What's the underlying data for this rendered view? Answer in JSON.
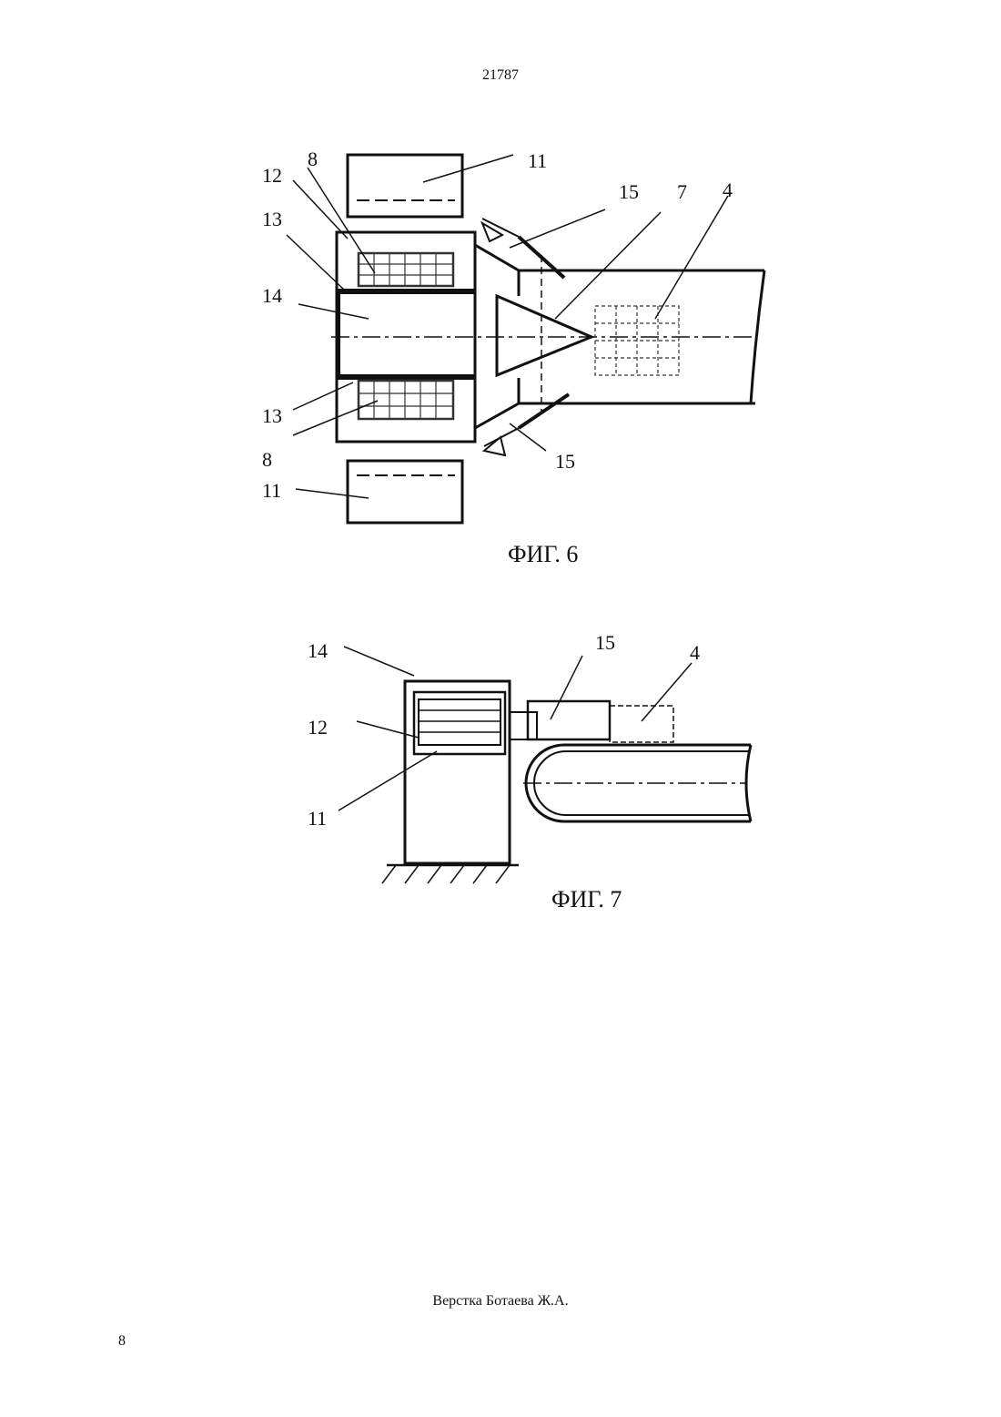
{
  "header": {
    "doc_number": "21787"
  },
  "fig6": {
    "caption": "ФИГ. 6",
    "labels": {
      "l11_top": "11",
      "l8_top": "8",
      "l12": "12",
      "l13_top": "13",
      "l14": "14",
      "l15_top": "15",
      "l7": "7",
      "l4": "4",
      "l13_bot": "13",
      "l8_bot": "8",
      "l11_bot": "11",
      "l15_bot": "15"
    }
  },
  "fig7": {
    "caption": "ФИГ. 7",
    "labels": {
      "l14": "14",
      "l15": "15",
      "l4": "4",
      "l12": "12",
      "l11": "11"
    }
  },
  "footer": {
    "credit": "Верстка Ботаева Ж.А.",
    "page_number": "8"
  }
}
